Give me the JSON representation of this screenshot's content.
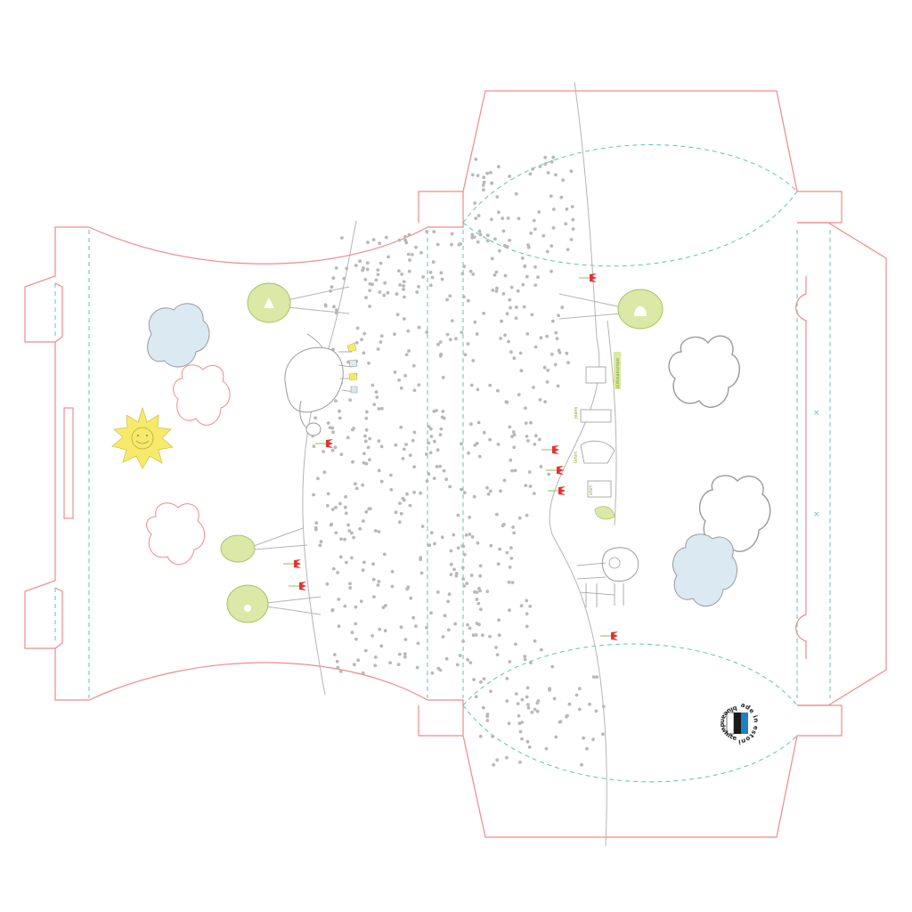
{
  "template": {
    "colors": {
      "cut_line": "#f08a8a",
      "fold_line": "#5fc4b4",
      "dots": "#b8b8b8",
      "cloud_blue": "#dbe9f3",
      "tree_green": "#dbe8a6",
      "sun_yellow": "#f7ea6a",
      "tulip_red": "#e2322e",
      "badge_blue": "#1f7fc4",
      "badge_black": "#1a1a1a"
    }
  },
  "clothesline": {
    "labels": [
      "pidusaeurope",
      "jeans",
      "tshirt",
      "shirt"
    ]
  },
  "badge": {
    "top_text": "made in estonia",
    "bottom_text": "blueandwhite"
  }
}
